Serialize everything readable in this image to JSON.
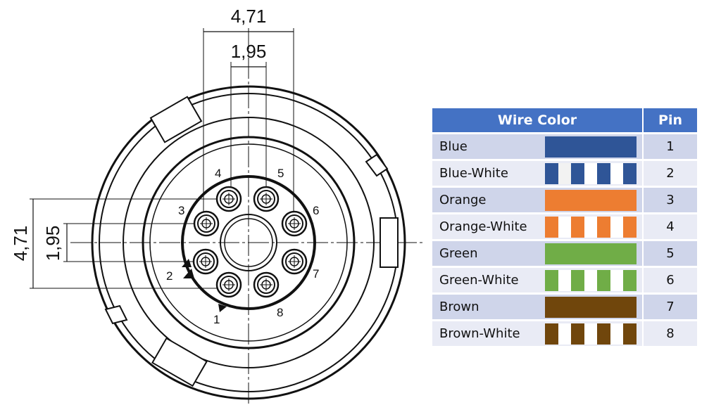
{
  "drawing": {
    "dimensions": {
      "outer_width": "4,71",
      "inner_width": "1,95",
      "outer_height": "4,71",
      "inner_height": "1,95"
    },
    "pin_labels": [
      "1",
      "2",
      "3",
      "4",
      "5",
      "6",
      "7",
      "8"
    ]
  },
  "table": {
    "header": {
      "wire_color": "Wire Color",
      "pin": "Pin"
    },
    "header_color": "#4472c4",
    "rows": [
      {
        "name": "Blue",
        "pin": "1",
        "color": "#2f5597",
        "striped": false
      },
      {
        "name": "Blue-White",
        "pin": "2",
        "color": "#2f5597",
        "striped": true
      },
      {
        "name": "Orange",
        "pin": "3",
        "color": "#ed7d31",
        "striped": false
      },
      {
        "name": "Orange-White",
        "pin": "4",
        "color": "#ed7d31",
        "striped": true
      },
      {
        "name": "Green",
        "pin": "5",
        "color": "#70ad47",
        "striped": false
      },
      {
        "name": "Green-White",
        "pin": "6",
        "color": "#70ad47",
        "striped": true
      },
      {
        "name": "Brown",
        "pin": "7",
        "color": "#70460c",
        "striped": false
      },
      {
        "name": "Brown-White",
        "pin": "8",
        "color": "#70460c",
        "striped": true
      }
    ]
  }
}
